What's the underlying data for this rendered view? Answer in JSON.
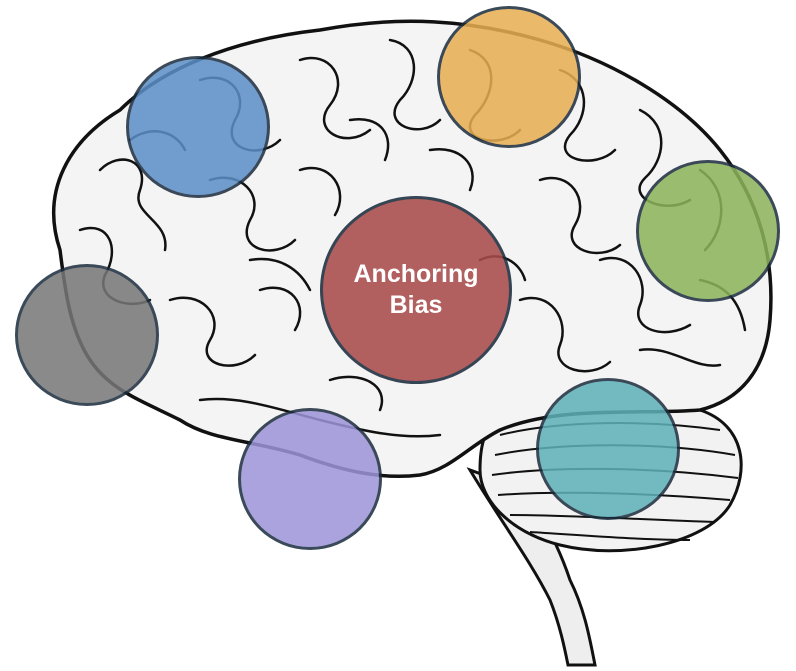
{
  "center": {
    "label_line1": "Anchoring",
    "label_line2": "Bias",
    "color": "#a84b4b"
  },
  "nodes": [
    {
      "name": "blue",
      "color": "#5b8fc7"
    },
    {
      "name": "orange",
      "color": "#e8ae52"
    },
    {
      "name": "green",
      "color": "#8cb35a"
    },
    {
      "name": "gray",
      "color": "#777777"
    },
    {
      "name": "purple",
      "color": "#9d94d9"
    },
    {
      "name": "teal",
      "color": "#5eb1b8"
    }
  ],
  "outline_color": "#1c2d3e"
}
